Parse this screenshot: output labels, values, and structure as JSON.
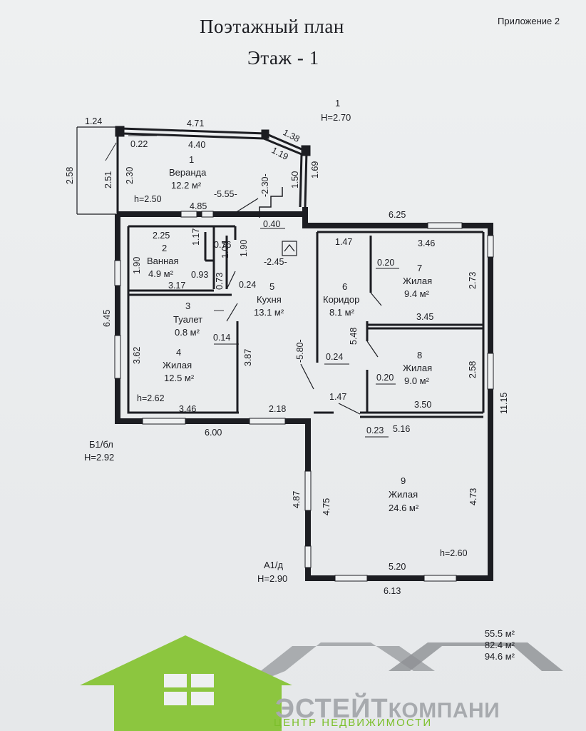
{
  "header": {
    "appendix": "Приложение 2",
    "title": "Поэтажный план",
    "floor": "Этаж - 1"
  },
  "labels": {
    "building_top_num": "1",
    "building_top_h": "H=2.70",
    "annex_b_name": "Б1/бл",
    "annex_b_h": "H=2.92",
    "annex_a_name": "А1/д",
    "annex_a_h": "H=2.90"
  },
  "rooms": [
    {
      "num": "1",
      "name": "Веранда",
      "area": "12.2 м²"
    },
    {
      "num": "2",
      "name": "Ванная",
      "area": "4.9 м²"
    },
    {
      "num": "3",
      "name": "Туалет",
      "area": "0.8 м²"
    },
    {
      "num": "4",
      "name": "Жилая",
      "area": "12.5 м²"
    },
    {
      "num": "5",
      "name": "Кухня",
      "area": "13.1 м²"
    },
    {
      "num": "6",
      "name": "Коридор",
      "area": "8.1 м²"
    },
    {
      "num": "7",
      "name": "Жилая",
      "area": "9.4 м²"
    },
    {
      "num": "8",
      "name": "Жилая",
      "area": "9.0 м²"
    },
    {
      "num": "9",
      "name": "Жилая",
      "area": "24.6 м²"
    }
  ],
  "heights": {
    "veranda": "h=2.50",
    "room4": "h=2.62",
    "room9": "h=2.60"
  },
  "levels": {
    "l1": "-5.55-",
    "l2": "-2.30-",
    "l3": "-2.45-",
    "l4": "-5.80-"
  },
  "dims": {
    "d124": "1.24",
    "d471": "4.71",
    "d138": "1.38",
    "d440": "4.40",
    "d022": "0.22",
    "d119": "1.19",
    "d258a": "2.58",
    "d251": "2.51",
    "d230": "2.30",
    "d150": "1.50",
    "d169": "1.69",
    "d485": "4.85",
    "d040": "0.40",
    "d625": "6.25",
    "d225": "2.25",
    "d076": "0.76",
    "d117": "1.17",
    "d104": "1.04",
    "d190a": "1.90",
    "d190b": "1.90",
    "d147a": "1.47",
    "d346a": "3.46",
    "d020a": "0.20",
    "d093": "0.93",
    "d073": "0.73",
    "d024a": "0.24",
    "d317": "3.17",
    "d273": "2.73",
    "d645": "6.45",
    "d345": "3.45",
    "d014": "0.14",
    "d548": "5.48",
    "d362": "3.62",
    "d387": "3.87",
    "d024b": "0.24",
    "d258b": "2.58",
    "d020b": "0.20",
    "d147b": "1.47",
    "d350": "3.50",
    "d1115": "11.15",
    "d346b": "3.46",
    "d218": "2.18",
    "d600": "6.00",
    "d023": "0.23",
    "d516": "5.16",
    "d487": "4.87",
    "d475": "4.75",
    "d473": "4.73",
    "d520": "5.20",
    "d613": "6.13"
  },
  "areas": {
    "a1": "55.5 м²",
    "a2": "82.4 м²",
    "a3": "94.6 м²"
  },
  "brand": {
    "name_big": "ЭСТЕЙТ",
    "name_small": "КОМПАНИ",
    "tagline": "ЦЕНТР НЕДВИЖИМОСТИ",
    "house_color": "#8cc63f",
    "roof_gray": "#9ea1a5"
  }
}
